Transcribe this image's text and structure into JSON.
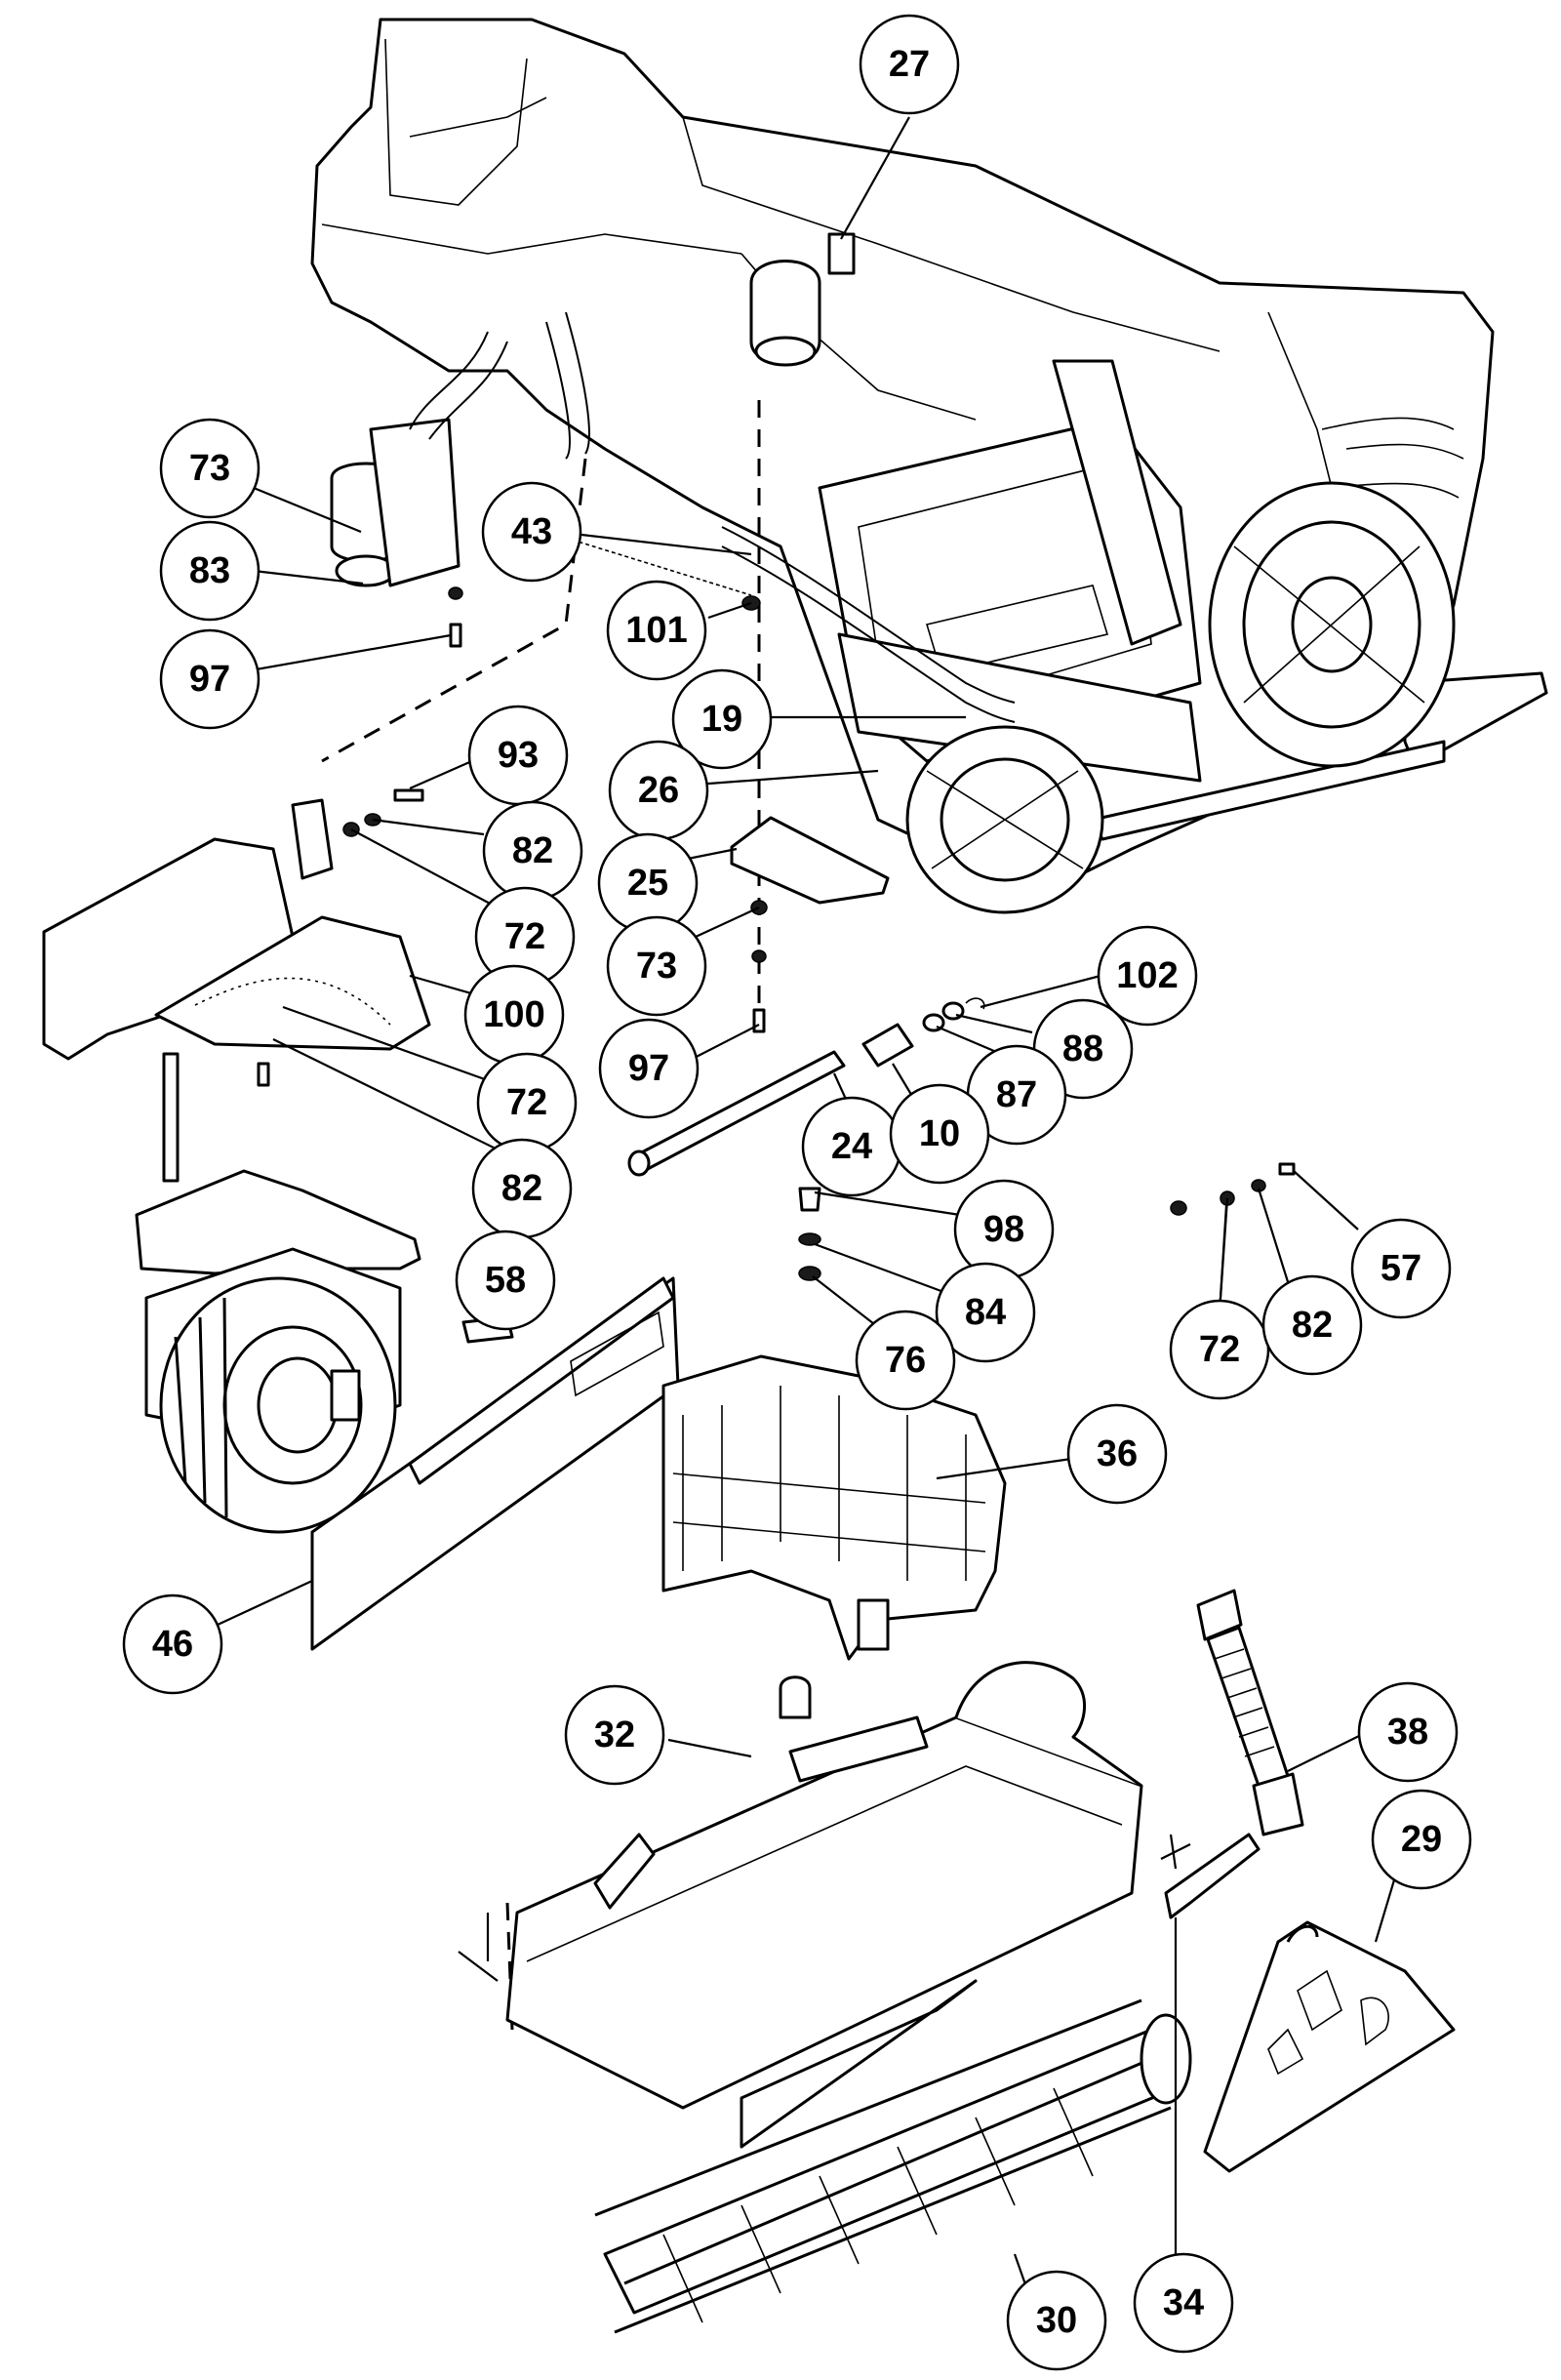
{
  "callouts": [
    {
      "id": "27",
      "label": "27"
    },
    {
      "id": "73a",
      "label": "73"
    },
    {
      "id": "43",
      "label": "43"
    },
    {
      "id": "83",
      "label": "83"
    },
    {
      "id": "101",
      "label": "101"
    },
    {
      "id": "97a",
      "label": "97"
    },
    {
      "id": "19",
      "label": "19"
    },
    {
      "id": "93",
      "label": "93"
    },
    {
      "id": "26",
      "label": "26"
    },
    {
      "id": "82a",
      "label": "82"
    },
    {
      "id": "25",
      "label": "25"
    },
    {
      "id": "72a",
      "label": "72"
    },
    {
      "id": "73b",
      "label": "73"
    },
    {
      "id": "100",
      "label": "100"
    },
    {
      "id": "102",
      "label": "102"
    },
    {
      "id": "88",
      "label": "88"
    },
    {
      "id": "97b",
      "label": "97"
    },
    {
      "id": "87",
      "label": "87"
    },
    {
      "id": "72b",
      "label": "72"
    },
    {
      "id": "24",
      "label": "24"
    },
    {
      "id": "10",
      "label": "10"
    },
    {
      "id": "82b",
      "label": "82"
    },
    {
      "id": "98",
      "label": "98"
    },
    {
      "id": "57",
      "label": "57"
    },
    {
      "id": "58",
      "label": "58"
    },
    {
      "id": "84",
      "label": "84"
    },
    {
      "id": "72c",
      "label": "72"
    },
    {
      "id": "82c",
      "label": "82"
    },
    {
      "id": "76",
      "label": "76"
    },
    {
      "id": "36",
      "label": "36"
    },
    {
      "id": "46",
      "label": "46"
    },
    {
      "id": "32",
      "label": "32"
    },
    {
      "id": "38",
      "label": "38"
    },
    {
      "id": "29",
      "label": "29"
    },
    {
      "id": "30",
      "label": "30"
    },
    {
      "id": "34",
      "label": "34"
    }
  ]
}
